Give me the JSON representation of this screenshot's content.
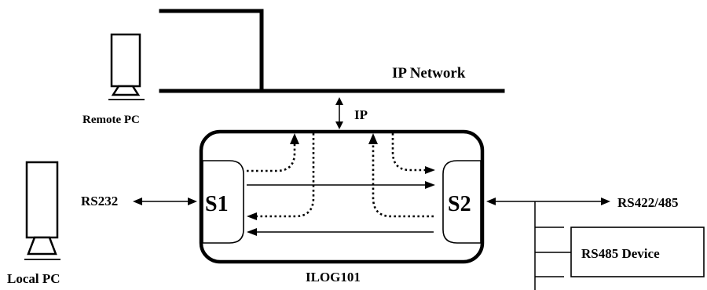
{
  "network": {
    "label": "IP Network",
    "link_label": "IP"
  },
  "remote_pc": {
    "label": "Remote PC"
  },
  "local_pc": {
    "label": "Local PC",
    "link_label": "RS232"
  },
  "ilog": {
    "label": "ILOG101",
    "port_s1": "S1",
    "port_s2": "S2"
  },
  "serial_bus": {
    "label": "RS422/485"
  },
  "device": {
    "label": "RS485 Device"
  },
  "colors": {
    "line": "#000000",
    "background": "#ffffff"
  }
}
